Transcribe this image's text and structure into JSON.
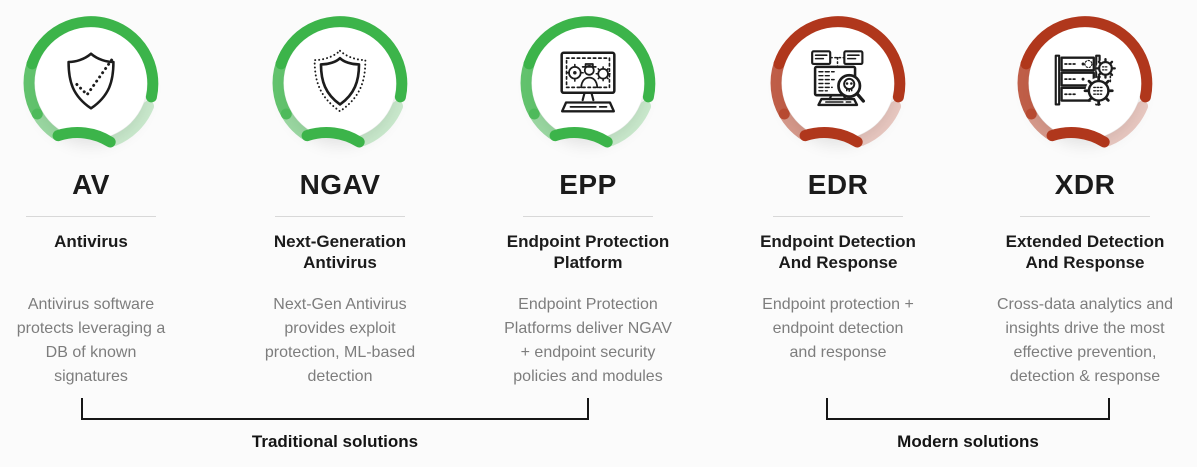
{
  "colors": {
    "background": "#fbfbfb",
    "green": "#3cb44a",
    "red": "#b0371c",
    "title_text": "#1b1b1b",
    "description_text": "#7d7d7d"
  },
  "columns": [
    {
      "acronym": "AV",
      "name": "Antivirus",
      "description": "Antivirus software\nprotects leveraging a\nDB of known\nsignatures",
      "icon": "shield-check-icon",
      "ring_color": "#3cb44a"
    },
    {
      "acronym": "NGAV",
      "name": "Next-Generation\nAntivirus",
      "description": "Next-Gen Antivirus\nprovides exploit\nprotection, ML-based\ndetection",
      "icon": "shield-dashed-icon",
      "ring_color": "#3cb44a"
    },
    {
      "acronym": "EPP",
      "name": "Endpoint Protection\nPlatform",
      "description": "Endpoint Protection\nPlatforms deliver NGAV\n+ endpoint security\npolicies and modules",
      "icon": "monitor-threats-icon",
      "ring_color": "#3cb44a"
    },
    {
      "acronym": "EDR",
      "name": "Endpoint Detection\nAnd Response",
      "description": "Endpoint protection +\nendpoint detection\nand response",
      "icon": "monitor-skull-search-icon",
      "ring_color": "#b0371c"
    },
    {
      "acronym": "XDR",
      "name": "Extended Detection\nAnd Response",
      "description": "Cross-data analytics and\ninsights drive the most\neffective prevention,\ndetection & response",
      "icon": "server-gears-icon",
      "ring_color": "#b0371c"
    }
  ],
  "groups": {
    "traditional_label": "Traditional solutions",
    "modern_label": "Modern solutions"
  }
}
